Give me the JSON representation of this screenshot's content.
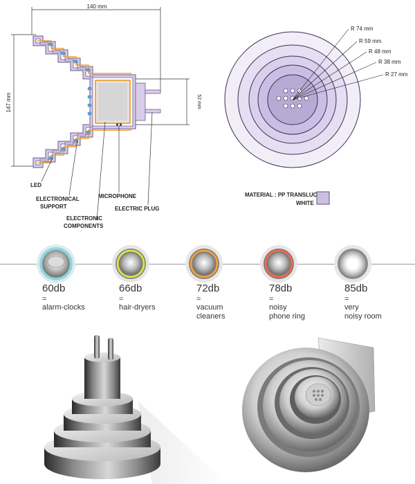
{
  "cross_section": {
    "width_dim": "140 mm",
    "height_dim": "147 mm",
    "plug_dim": "52 mm",
    "labels": {
      "led": "LED",
      "support": [
        "ELECTRONICAL",
        "SUPPORT"
      ],
      "components": [
        "ELECTRONIC",
        "COMPONENTS"
      ],
      "microphone": "MICROPHONE",
      "plug": "ELECTRIC PLUG"
    }
  },
  "front_view": {
    "radii": [
      "R 74 mm",
      "R 59 mm",
      "R 48 mm",
      "R 38 mm",
      "R 27 mm"
    ],
    "material": [
      "MATERIAL : PP TRANSLUCENT",
      "WHITE"
    ],
    "colors": {
      "ring": "#ddd6ec",
      "center": "#b9a9d5",
      "swatch": "#ccc0e2"
    }
  },
  "levels": [
    {
      "value": "60db",
      "eq": "=",
      "desc": [
        "alarm-clocks"
      ],
      "ring": "#8fd7df"
    },
    {
      "value": "66db",
      "eq": "=",
      "desc": [
        "hair-dryers"
      ],
      "ring": "#d7e24a"
    },
    {
      "value": "72db",
      "eq": "=",
      "desc": [
        "vacuum",
        "cleaners"
      ],
      "ring": "#f0a040"
    },
    {
      "value": "78db",
      "eq": "=",
      "desc": [
        "noisy",
        "phone ring"
      ],
      "ring": "#ee6a4a"
    },
    {
      "value": "85db",
      "eq": "=",
      "desc": [
        "very",
        "noisy room"
      ],
      "ring": "#ffffff"
    }
  ]
}
